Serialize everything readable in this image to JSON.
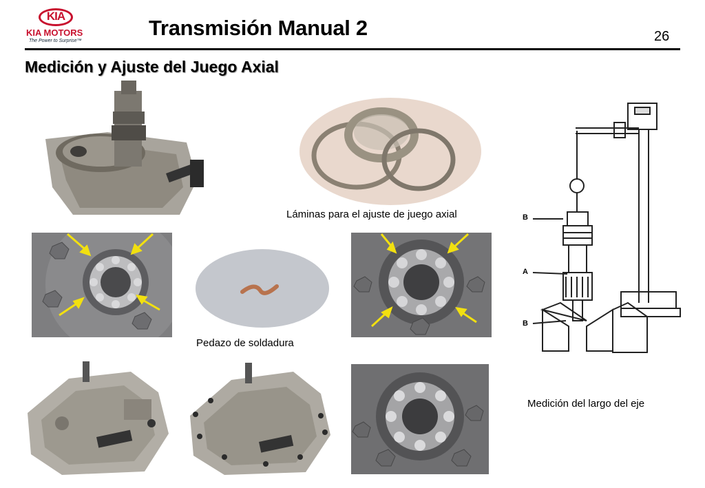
{
  "header": {
    "logo_brand": "KIA",
    "logo_motors": "KIA MOTORS",
    "logo_tagline": "The Power to Surprise™",
    "title": "Transmisión Manual 2",
    "page_number": "26"
  },
  "section": {
    "subtitle": "Medición y Ajuste del Juego Axial"
  },
  "captions": {
    "shims": "Láminas para el ajuste de juego axial",
    "solder": "Pedazo de soldadura",
    "shaft": "Medición del largo del eje"
  },
  "diagram_labels": {
    "b_top": "B",
    "a": "A",
    "b_bottom": "B"
  },
  "colors": {
    "brand_red": "#c8102e",
    "arrow_yellow": "#f2e010"
  }
}
